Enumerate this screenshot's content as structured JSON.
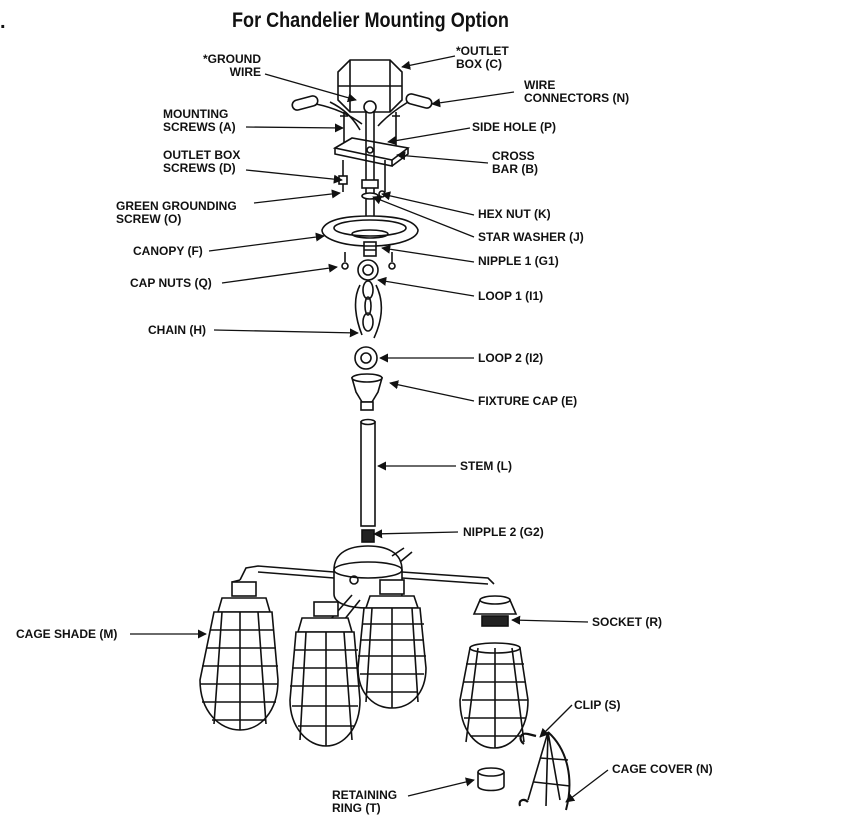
{
  "bullet": ".",
  "title": "For Chandelier Mounting Option",
  "labels": {
    "ground_wire": "*GROUND\nWIRE",
    "outlet_box": "*OUTLET\nBOX (C)",
    "wire_connectors": "WIRE\nCONNECTORS (N)",
    "mounting_screws": "MOUNTING\nSCREWS (A)",
    "side_hole": "SIDE HOLE (P)",
    "outlet_box_screws": "OUTLET BOX\nSCREWS (D)",
    "cross_bar": "CROSS\nBAR (B)",
    "green_grounding_screw": "GREEN GROUNDING\nSCREW (O)",
    "hex_nut": "HEX NUT (K)",
    "star_washer": "STAR WASHER (J)",
    "canopy": "CANOPY (F)",
    "nipple1": "NIPPLE 1 (G1)",
    "cap_nuts": "CAP NUTS (Q)",
    "loop1": "LOOP 1 (I1)",
    "chain": "CHAIN (H)",
    "loop2": "LOOP 2 (I2)",
    "fixture_cap": "FIXTURE CAP (E)",
    "stem": "STEM (L)",
    "nipple2": "NIPPLE 2 (G2)",
    "cage_shade": "CAGE SHADE (M)",
    "socket": "SOCKET (R)",
    "clip": "CLIP (S)",
    "cage_cover": "CAGE COVER (N)",
    "retaining_ring": "RETAINING\nRING (T)"
  }
}
